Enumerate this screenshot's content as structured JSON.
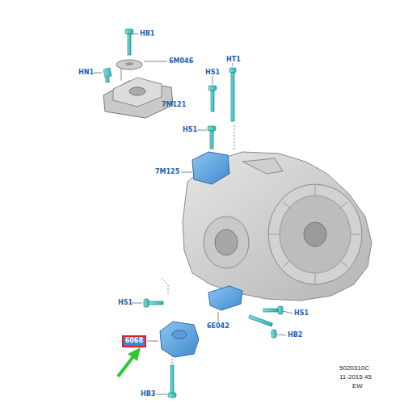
{
  "diagram": {
    "nodes": [
      {
        "text": [
          "6068"
        ]
      }
    ],
    "labels": [
      "HB1",
      "6M046",
      "HN1",
      "HT1",
      "HS1",
      "7M121",
      "HS1",
      "7M125",
      "HS1",
      "HS1",
      "6E042",
      "HB2",
      "HB3",
      "5020310C",
      "11-2015 45",
      "EW"
    ]
  }
}
